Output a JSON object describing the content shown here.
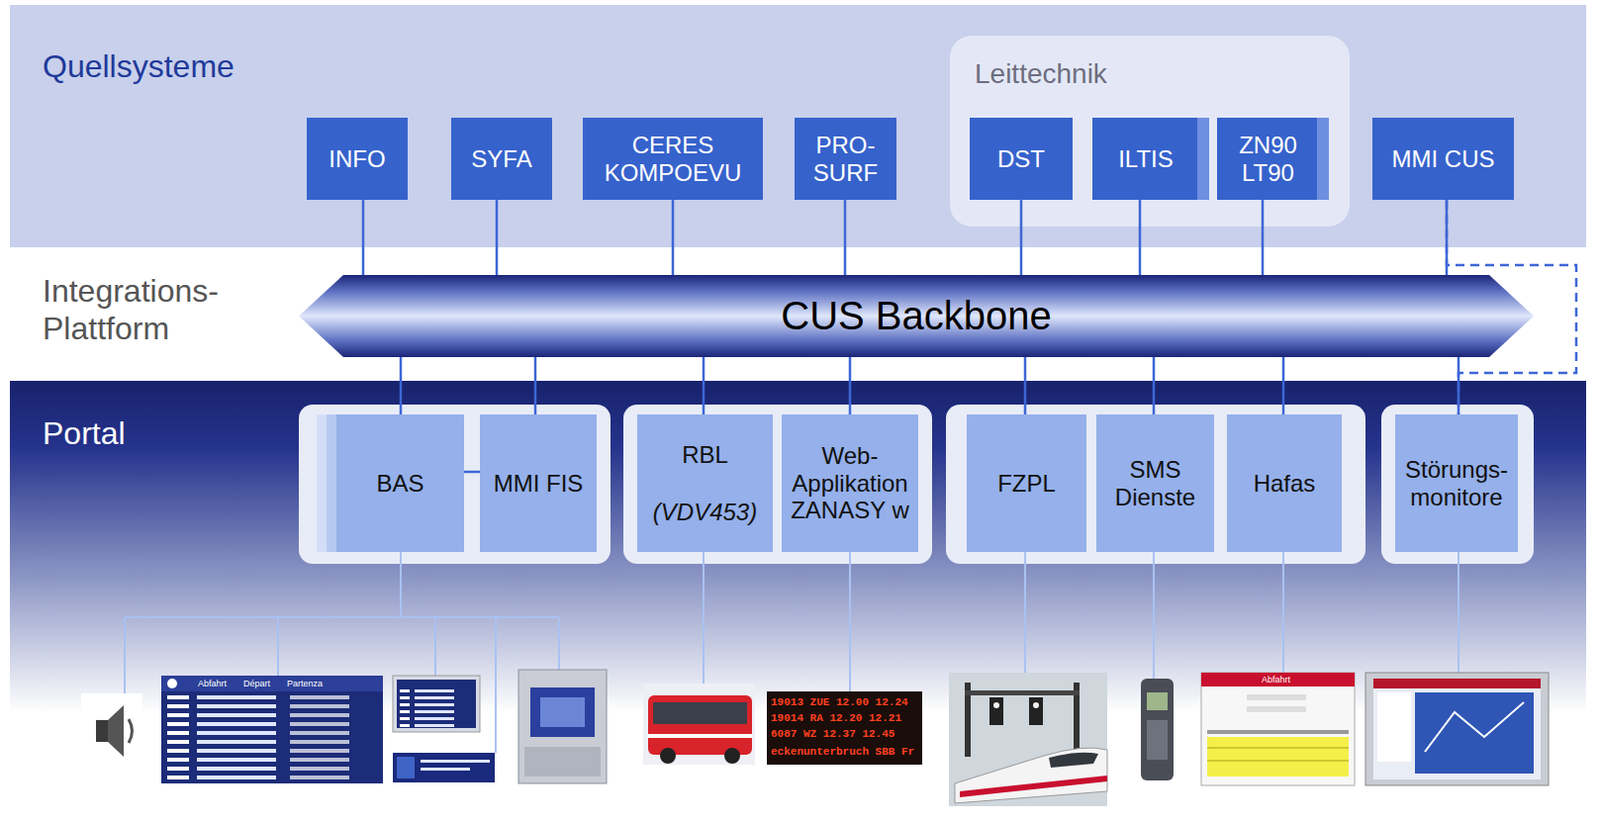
{
  "diagram": {
    "nodes": [
      {
        "text": [
          "Quellsysteme"
        ]
      },
      {
        "text": [
          "INFO"
        ],
        "in": 0
      },
      {
        "text": [
          "SYFA"
        ],
        "in": 0
      },
      {
        "text": [
          "CERES KOMPOEVU"
        ],
        "in": 0
      },
      {
        "text": [
          "PRO- SURF"
        ],
        "in": 0
      },
      {
        "text": [
          "Leittechnik"
        ],
        "in": 0
      },
      {
        "text": [
          "DST"
        ],
        "in": 5
      },
      {
        "text": [
          "ILTIS"
        ],
        "in": 5
      },
      {
        "text": [
          "ZN90 LT90"
        ],
        "in": 5
      },
      {
        "text": [
          "MMI CUS"
        ],
        "in": 0
      },
      {
        "text": [
          "Integrations- Plattform"
        ]
      },
      {
        "text": [
          "CUS Backbone"
        ],
        "in": 10
      },
      {
        "text": [
          "Portal"
        ]
      },
      {
        "text": [
          "BAS"
        ],
        "in": 12
      },
      {
        "text": [
          "MMI FIS"
        ],
        "in": 12
      },
      {
        "text": [
          "RBL",
          "(VDV453)"
        ],
        "in": 12
      },
      {
        "text": [
          "Web- Applikation ZANASY w"
        ],
        "in": 12
      },
      {
        "text": [
          "FZPL"
        ],
        "in": 12
      },
      {
        "text": [
          "SMS Dienste"
        ],
        "in": 12
      },
      {
        "text": [
          "Hafas"
        ],
        "in": 12
      },
      {
        "text": [
          "Störungs- monitore"
        ],
        "in": 12
      }
    ],
    "edges": [
      {
        "from": 1,
        "to": 11,
        "arrow": "none"
      },
      {
        "from": 2,
        "to": 11,
        "arrow": "none"
      },
      {
        "from": 3,
        "to": 11,
        "arrow": "none"
      },
      {
        "from": 4,
        "to": 11,
        "arrow": "none"
      },
      {
        "from": 6,
        "to": 11,
        "arrow": "none"
      },
      {
        "from": 7,
        "to": 11,
        "arrow": "none"
      },
      {
        "from": 8,
        "to": 11,
        "arrow": "none"
      },
      {
        "from": 9,
        "to": 11,
        "arrow": "none"
      },
      {
        "from": 11,
        "to": 13,
        "arrow": "none"
      },
      {
        "from": 11,
        "to": 14,
        "arrow": "none"
      },
      {
        "from": 11,
        "to": 15,
        "arrow": "none"
      },
      {
        "from": 11,
        "to": 16,
        "arrow": "none"
      },
      {
        "from": 11,
        "to": 17,
        "arrow": "none"
      },
      {
        "from": 11,
        "to": 18,
        "arrow": "none"
      },
      {
        "from": 11,
        "to": 19,
        "arrow": "none"
      },
      {
        "from": 11,
        "to": 20,
        "arrow": "none"
      },
      {
        "from": 13,
        "to": 14,
        "arrow": "none"
      },
      {
        "from": 9,
        "to": 20,
        "arrow": "none"
      }
    ],
    "labels": [
      "Abfahrt",
      "Départ",
      "Partenza",
      "19013 ZUE 12.00 12.24",
      "19014 RA 12.20 12.21",
      "6087 WZ 12.37 12.45",
      "eckenunterbruch SBB Fr",
      "Abfahrt"
    ]
  }
}
